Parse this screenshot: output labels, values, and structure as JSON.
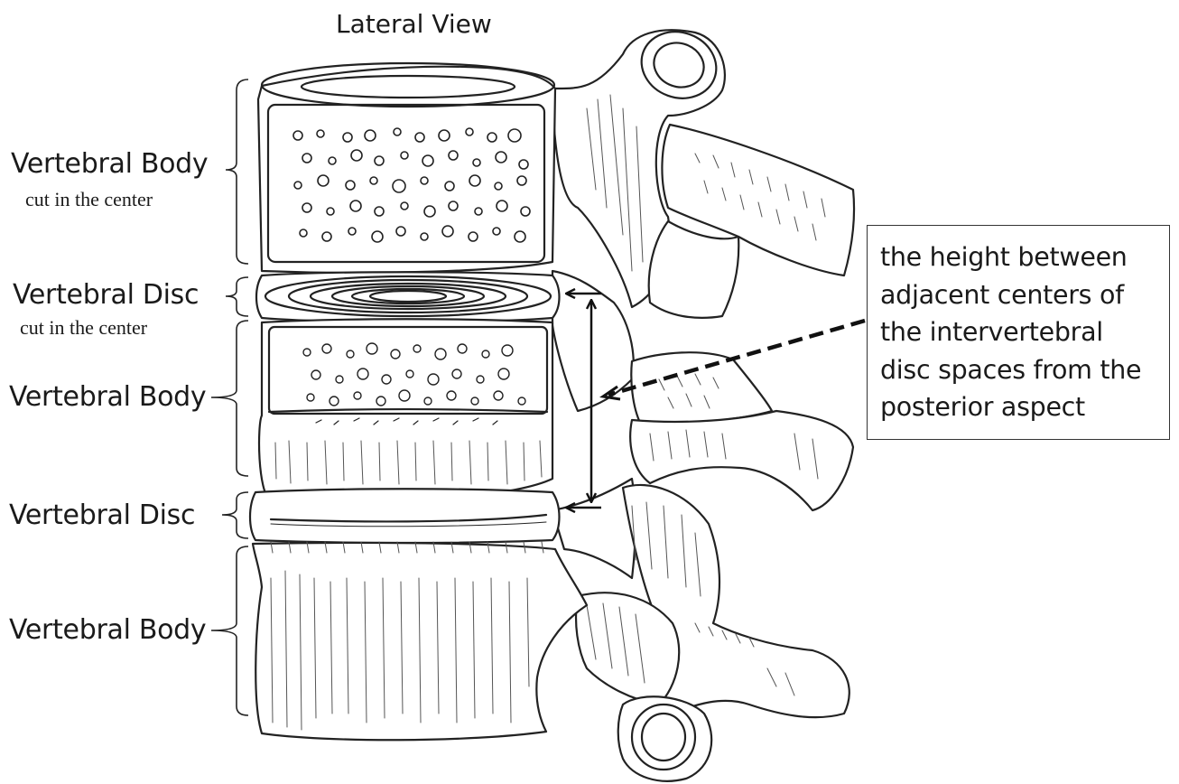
{
  "title": "Lateral View",
  "labels": {
    "body_top": "Vertebral Body",
    "body_top_sub": "cut in the center",
    "disc_top": "Vertebral Disc",
    "disc_top_sub": "cut in the center",
    "body_mid": "Vertebral Body",
    "disc_bottom": "Vertebral Disc",
    "body_bottom": "Vertebral Body"
  },
  "note_lines": [
    "the height between",
    "adjacent centers of",
    "the intervertebral",
    "disc spaces from the",
    "posterior aspect"
  ],
  "colors": {
    "ink": "#1a1a1a",
    "bone": "#ffffff"
  }
}
